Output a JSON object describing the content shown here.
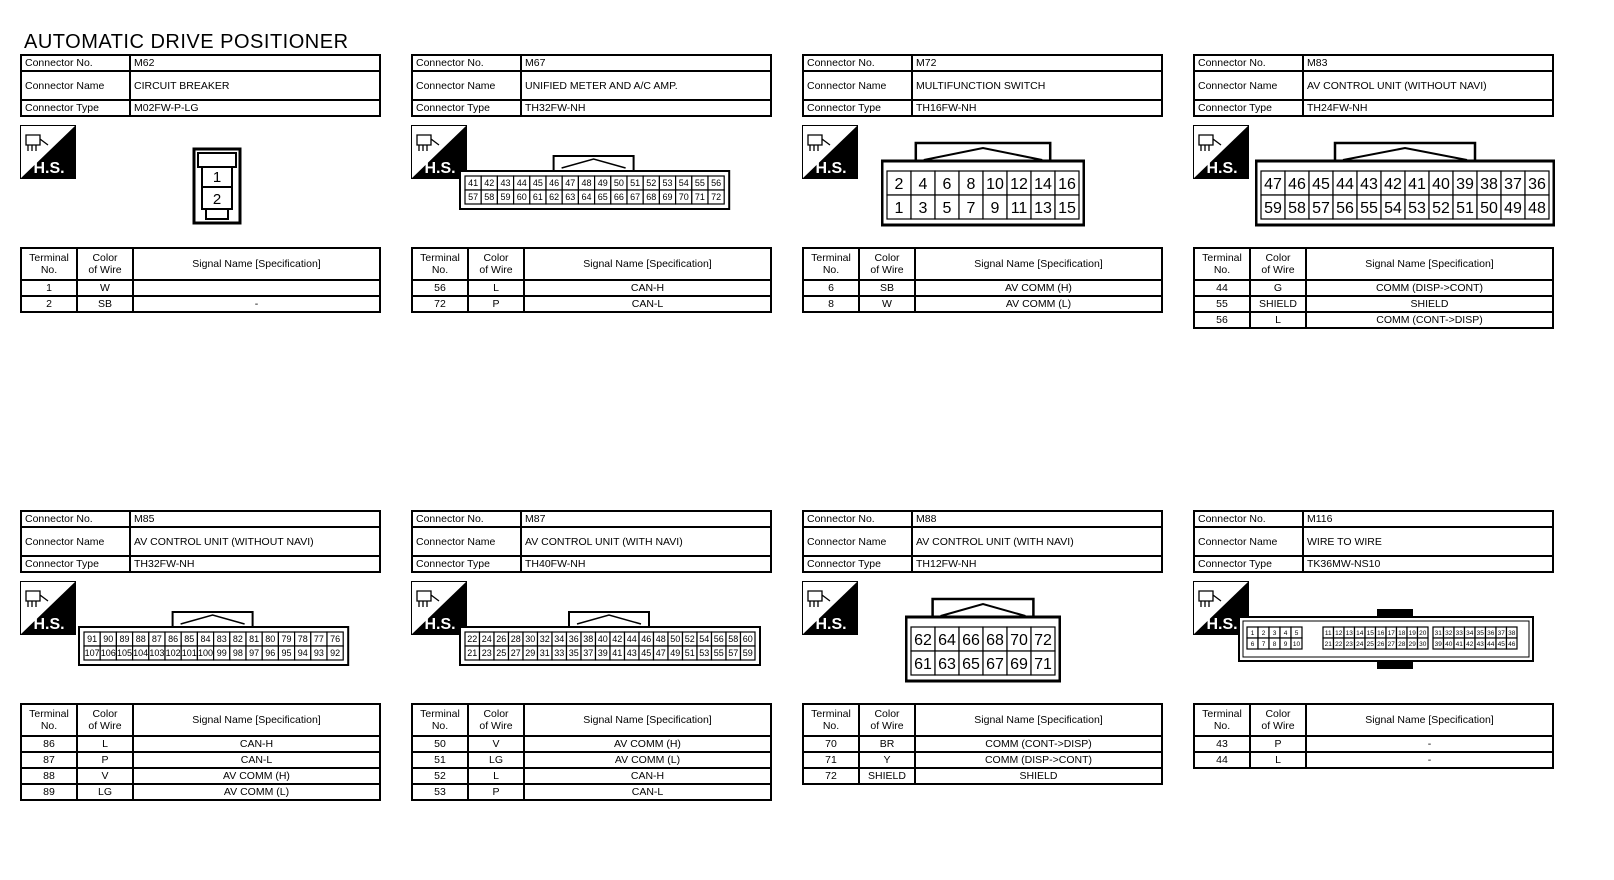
{
  "title": "AUTOMATIC DRIVE POSITIONER",
  "labels": {
    "connector_no": "Connector No.",
    "connector_name": "Connector Name",
    "connector_type": "Connector Type",
    "hs": "H.S.",
    "terminal_header_1": "Terminal",
    "terminal_header_2": "No.",
    "color_header_1": "Color",
    "color_header_2": "of Wire",
    "signal_header": "Signal Name [Specification]"
  },
  "connectors": [
    {
      "no": "M62",
      "name": "CIRCUIT BREAKER",
      "type": "M02FW-P-LG",
      "diagram": {
        "style": "box",
        "rows": [
          [
            "1"
          ],
          [
            "2"
          ]
        ]
      },
      "terminals": [
        {
          "no": "1",
          "color": "W",
          "signal": ""
        },
        {
          "no": "2",
          "color": "SB",
          "signal": "-"
        }
      ]
    },
    {
      "no": "M67",
      "name": "UNIFIED METER AND A/C AMP.",
      "type": "TH32FW-NH",
      "diagram": {
        "style": "wide",
        "rows": [
          [
            "41",
            "42",
            "43",
            "44",
            "45",
            "46",
            "47",
            "48",
            "49",
            "50",
            "51",
            "52",
            "53",
            "54",
            "55",
            "56"
          ],
          [
            "57",
            "58",
            "59",
            "60",
            "61",
            "62",
            "63",
            "64",
            "65",
            "66",
            "67",
            "68",
            "69",
            "70",
            "71",
            "72"
          ]
        ]
      },
      "terminals": [
        {
          "no": "56",
          "color": "L",
          "signal": "CAN-H"
        },
        {
          "no": "72",
          "color": "P",
          "signal": "CAN-L"
        }
      ]
    },
    {
      "no": "M72",
      "name": "MULTIFUNCTION SWITCH",
      "type": "TH16FW-NH",
      "diagram": {
        "style": "big",
        "rows": [
          [
            "2",
            "4",
            "6",
            "8",
            "10",
            "12",
            "14",
            "16"
          ],
          [
            "1",
            "3",
            "5",
            "7",
            "9",
            "11",
            "13",
            "15"
          ]
        ]
      },
      "terminals": [
        {
          "no": "6",
          "color": "SB",
          "signal": "AV COMM (H)"
        },
        {
          "no": "8",
          "color": "W",
          "signal": "AV COMM (L)"
        }
      ]
    },
    {
      "no": "M83",
      "name": "AV CONTROL UNIT (WITHOUT NAVI)",
      "type": "TH24FW-NH",
      "diagram": {
        "style": "big",
        "rows": [
          [
            "47",
            "46",
            "45",
            "44",
            "43",
            "42",
            "41",
            "40",
            "39",
            "38",
            "37",
            "36"
          ],
          [
            "59",
            "58",
            "57",
            "56",
            "55",
            "54",
            "53",
            "52",
            "51",
            "50",
            "49",
            "48"
          ]
        ]
      },
      "terminals": [
        {
          "no": "44",
          "color": "G",
          "signal": "COMM (DISP->CONT)"
        },
        {
          "no": "55",
          "color": "SHIELD",
          "signal": "SHIELD"
        },
        {
          "no": "56",
          "color": "L",
          "signal": "COMM (CONT->DISP)"
        }
      ]
    },
    {
      "no": "M85",
      "name": "AV CONTROL UNIT (WITHOUT NAVI)",
      "type": "TH32FW-NH",
      "diagram": {
        "style": "wide",
        "rows": [
          [
            "91",
            "90",
            "89",
            "88",
            "87",
            "86",
            "85",
            "84",
            "83",
            "82",
            "81",
            "80",
            "79",
            "78",
            "77",
            "76"
          ],
          [
            "107",
            "106",
            "105",
            "104",
            "103",
            "102",
            "101",
            "100",
            "99",
            "98",
            "97",
            "96",
            "95",
            "94",
            "93",
            "92"
          ]
        ]
      },
      "terminals": [
        {
          "no": "86",
          "color": "L",
          "signal": "CAN-H"
        },
        {
          "no": "87",
          "color": "P",
          "signal": "CAN-L"
        },
        {
          "no": "88",
          "color": "V",
          "signal": "AV COMM (H)"
        },
        {
          "no": "89",
          "color": "LG",
          "signal": "AV COMM (L)"
        }
      ]
    },
    {
      "no": "M87",
      "name": "AV CONTROL UNIT (WITH NAVI)",
      "type": "TH40FW-NH",
      "diagram": {
        "style": "wide",
        "rows": [
          [
            "22",
            "24",
            "26",
            "28",
            "30",
            "32",
            "34",
            "36",
            "38",
            "40",
            "42",
            "44",
            "46",
            "48",
            "50",
            "52",
            "54",
            "56",
            "58",
            "60"
          ],
          [
            "21",
            "23",
            "25",
            "27",
            "29",
            "31",
            "33",
            "35",
            "37",
            "39",
            "41",
            "43",
            "45",
            "47",
            "49",
            "51",
            "53",
            "55",
            "57",
            "59"
          ]
        ]
      },
      "terminals": [
        {
          "no": "50",
          "color": "V",
          "signal": "AV COMM (H)"
        },
        {
          "no": "51",
          "color": "LG",
          "signal": "AV COMM (L)"
        },
        {
          "no": "52",
          "color": "L",
          "signal": "CAN-H"
        },
        {
          "no": "53",
          "color": "P",
          "signal": "CAN-L"
        }
      ]
    },
    {
      "no": "M88",
      "name": "AV CONTROL UNIT (WITH NAVI)",
      "type": "TH12FW-NH",
      "diagram": {
        "style": "big",
        "rows": [
          [
            "62",
            "64",
            "66",
            "68",
            "70",
            "72"
          ],
          [
            "61",
            "63",
            "65",
            "67",
            "69",
            "71"
          ]
        ]
      },
      "terminals": [
        {
          "no": "70",
          "color": "BR",
          "signal": "COMM (CONT->DISP)"
        },
        {
          "no": "71",
          "color": "Y",
          "signal": "COMM (DISP->CONT)"
        },
        {
          "no": "72",
          "color": "SHIELD",
          "signal": "SHIELD"
        }
      ]
    },
    {
      "no": "M116",
      "name": "WIRE TO WIRE",
      "type": "TK36MW-NS10",
      "diagram": {
        "style": "wtw",
        "groups": [
          {
            "rows": [
              [
                "1",
                "2",
                "3",
                "4",
                "5"
              ],
              [
                "6",
                "7",
                "8",
                "9",
                "10"
              ]
            ]
          },
          {
            "rows": [
              [
                "11",
                "12",
                "13",
                "14",
                "15",
                "16",
                "17",
                "18",
                "19",
                "20"
              ],
              [
                "21",
                "22",
                "23",
                "24",
                "25",
                "26",
                "27",
                "28",
                "29",
                "30"
              ]
            ]
          },
          {
            "rows": [
              [
                "31",
                "32",
                "33",
                "34",
                "35",
                "36",
                "37",
                "38"
              ],
              [
                "39",
                "40",
                "41",
                "42",
                "43",
                "44",
                "45",
                "46"
              ]
            ]
          }
        ]
      },
      "terminals": [
        {
          "no": "43",
          "color": "P",
          "signal": "-"
        },
        {
          "no": "44",
          "color": "L",
          "signal": "-"
        }
      ]
    }
  ]
}
